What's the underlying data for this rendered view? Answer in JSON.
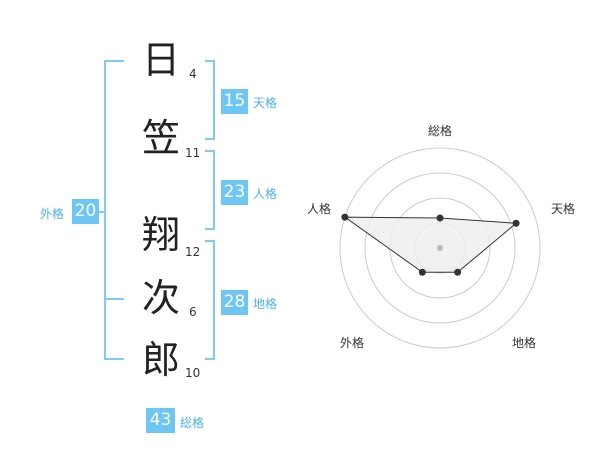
{
  "name": {
    "characters": [
      {
        "char": "日",
        "strokes": "4"
      },
      {
        "char": "笠",
        "strokes": "11"
      },
      {
        "char": "翔",
        "strokes": "12"
      },
      {
        "char": "次",
        "strokes": "6"
      },
      {
        "char": "郎",
        "strokes": "10"
      }
    ]
  },
  "kaku": {
    "tenkaku": {
      "value": "15",
      "label": "天格"
    },
    "jinkaku": {
      "value": "23",
      "label": "人格"
    },
    "chikaku": {
      "value": "28",
      "label": "地格"
    },
    "gaikaku": {
      "value": "20",
      "label": "外格"
    },
    "soukaku": {
      "value": "43",
      "label": "総格"
    }
  },
  "radar": {
    "axes": [
      "総格",
      "天格",
      "地格",
      "外格",
      "人格"
    ],
    "levels": 4,
    "scores": {
      "総格": 1.5,
      "天格": 4,
      "地格": 1.5,
      "外格": 1.5,
      "人格": 5
    },
    "max": 5,
    "colors": {
      "grid": "#cccccc",
      "fill": "#eeeeee",
      "line": "#333333",
      "point": "#333333",
      "center": "#bbbbbb"
    }
  },
  "colors": {
    "badge": "#6ec6f5",
    "bracket": "#7fcbf5",
    "badge_label": "#4ab2ec"
  }
}
